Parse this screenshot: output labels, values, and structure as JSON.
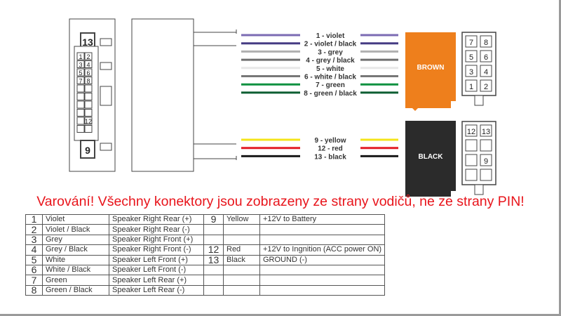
{
  "wires_top": [
    {
      "label": "1 - violet",
      "color": "#7b6bb3"
    },
    {
      "label": "2 - violet / black",
      "color": "#463c84"
    },
    {
      "label": "3 - grey",
      "color": "#b0b0b0"
    },
    {
      "label": "4 - grey / black",
      "color": "#707070"
    },
    {
      "label": "5 - white",
      "color": "#e8e8e8"
    },
    {
      "label": "6 - white / black",
      "color": "#777777"
    },
    {
      "label": "7 - green",
      "color": "#0f9140"
    },
    {
      "label": "8 - green / black",
      "color": "#0c5e32"
    }
  ],
  "wires_bottom": [
    {
      "label": "9 - yellow",
      "color": "#f4e41a"
    },
    {
      "label": "12 - red",
      "color": "#e31b23"
    },
    {
      "label": "13 - black",
      "color": "#1a1a1a"
    }
  ],
  "connectors": {
    "brown": {
      "label": "BROWN",
      "color": "#ee7f1c",
      "pins": [
        "7",
        "8",
        "5",
        "6",
        "3",
        "4",
        "1",
        "2"
      ]
    },
    "black": {
      "label": "BLACK",
      "color": "#2b2b2b",
      "pins": [
        "12",
        "13",
        "",
        "",
        "",
        "9",
        "",
        ""
      ]
    }
  },
  "iso": {
    "top_pin": "13",
    "bottom_pin": "9",
    "pins": [
      "1",
      "2",
      "3",
      "4",
      "5",
      "6",
      "7",
      "8",
      "",
      "",
      "",
      "",
      "",
      "",
      "",
      "",
      "",
      "12",
      "",
      ""
    ]
  },
  "warning": "Varování! Všechny konektory jsou zobrazeny ze strany vodičů, ne ze strany PIN!",
  "table": [
    [
      "1",
      "Violet",
      "Speaker Right Rear (+)",
      "9",
      "Yellow",
      "+12V to Battery"
    ],
    [
      "2",
      "Violet / Black",
      "Speaker Right Rear (-)",
      "",
      "",
      ""
    ],
    [
      "3",
      "Grey",
      "Speaker Right Front (+)",
      "",
      "",
      ""
    ],
    [
      "4",
      "Grey / Black",
      "Speaker Right Front (-)",
      "12",
      "Red",
      "+12V to Ingnition (ACC power ON)"
    ],
    [
      "5",
      "White",
      "Speaker Left Front (+)",
      "13",
      "Black",
      "GROUND (-)"
    ],
    [
      "6",
      "White / Black",
      "Speaker Left Front (-)",
      "",
      "",
      ""
    ],
    [
      "7",
      "Green",
      "Speaker Left Rear (+)",
      "",
      "",
      ""
    ],
    [
      "8",
      "Green / Black",
      "Speaker Left Rear (-)",
      "",
      "",
      ""
    ]
  ]
}
